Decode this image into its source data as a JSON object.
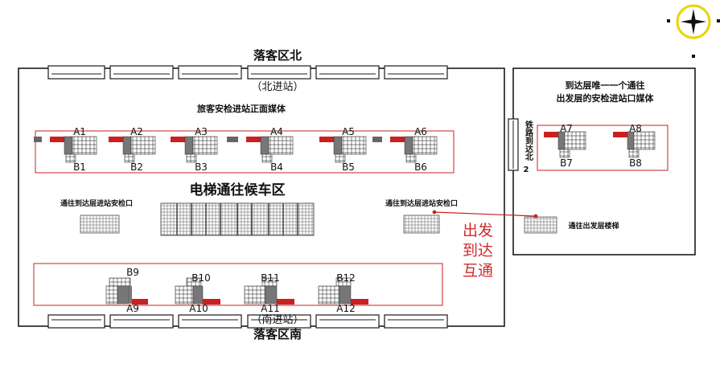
{
  "colors": {
    "line": "#1a1a1a",
    "accent_red": "#cc1f1f",
    "accent_text": "#d42a2a",
    "compass_ring": "#e8d400",
    "kiosk_gray": "#8a8a8a"
  },
  "icons": {
    "compass": "compass-icon"
  },
  "labels": {
    "north_drop": "落客区北",
    "south_drop": "落客区南",
    "north_entrance": "（北进站）",
    "south_entrance": "（南进站）",
    "front_media": "旅客安检进站正面媒体",
    "escalator": "电梯通往候车区",
    "to_arrival_left": "通往到达层进站安检口",
    "to_arrival_right": "通往到达层进站安检口",
    "to_departure": "通往出发层楼梯",
    "arrival_title_1": "到达层唯一一个通往",
    "arrival_title_2": "出发层的安检进站口媒体",
    "rail_north": "铁路到达北",
    "rail_num": "2",
    "interchange_1": "出发",
    "interchange_2": "到达",
    "interchange_3": "互通"
  },
  "gates_top": [
    {
      "a": "A1",
      "b": "B1"
    },
    {
      "a": "A2",
      "b": "B2"
    },
    {
      "a": "A3",
      "b": "B3"
    },
    {
      "a": "A4",
      "b": "B4"
    },
    {
      "a": "A5",
      "b": "B5"
    },
    {
      "a": "A6",
      "b": "B6"
    }
  ],
  "gates_right": [
    {
      "a": "A7",
      "b": "B7"
    },
    {
      "a": "A8",
      "b": "B8"
    }
  ],
  "gates_bottom": [
    {
      "b": "B9",
      "a": "A9"
    },
    {
      "b": "B10",
      "a": "A10"
    },
    {
      "b": "B11",
      "a": "A11"
    },
    {
      "b": "B12",
      "a": "A12"
    }
  ]
}
